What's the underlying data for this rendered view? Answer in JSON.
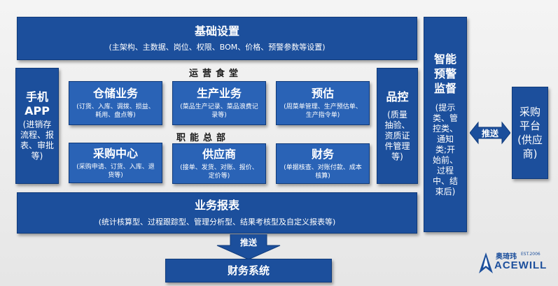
{
  "base": {
    "title": "基础设置",
    "sub": "(主架构、主数据、岗位、权限、BOM、价格、预警参数等设置)"
  },
  "ops_label": "运营食堂",
  "func_label": "职能总部",
  "mobile": {
    "title1": "手机",
    "title2": "APP",
    "sub": "(进销存流程、报表、审批等)"
  },
  "warehouse": {
    "title": "仓储业务",
    "sub": "(订货、入库、调拨、损益、耗用、盘点等)"
  },
  "production": {
    "title": "生产业务",
    "sub": "(菜品生产记录、菜品浪费记录等)"
  },
  "estimate": {
    "title": "预估",
    "sub": "(周菜单管理、生产预估单、生产指令单)"
  },
  "purchase_center": {
    "title": "采购中心",
    "sub": "(采购申请、订货、入库、退货等)"
  },
  "supplier": {
    "title": "供应商",
    "sub": "(接单、发货、对账、报价、定价等)"
  },
  "finance": {
    "title": "财务",
    "sub": "(单据核查、对账付款、成本核算)"
  },
  "quality": {
    "title": "品控",
    "sub": "(质量抽验、资质证件管理等)"
  },
  "warning": {
    "title": "智能预警监督",
    "sub": "(提示类、管控类、通知类;开始前、过程中、结束后)"
  },
  "push1": "推送",
  "platform": {
    "title": "采购平台(供应商)"
  },
  "report": {
    "title": "业务报表",
    "sub": "(统计核算型、过程跟踪型、管理分析型、结果考核型及自定义报表等)"
  },
  "push2": "推送",
  "fin_sys": {
    "title": "财务系统"
  },
  "logo": {
    "brand_cn": "奥琦玮",
    "est": "EST.2006",
    "brand_en": "ACEWILL"
  }
}
